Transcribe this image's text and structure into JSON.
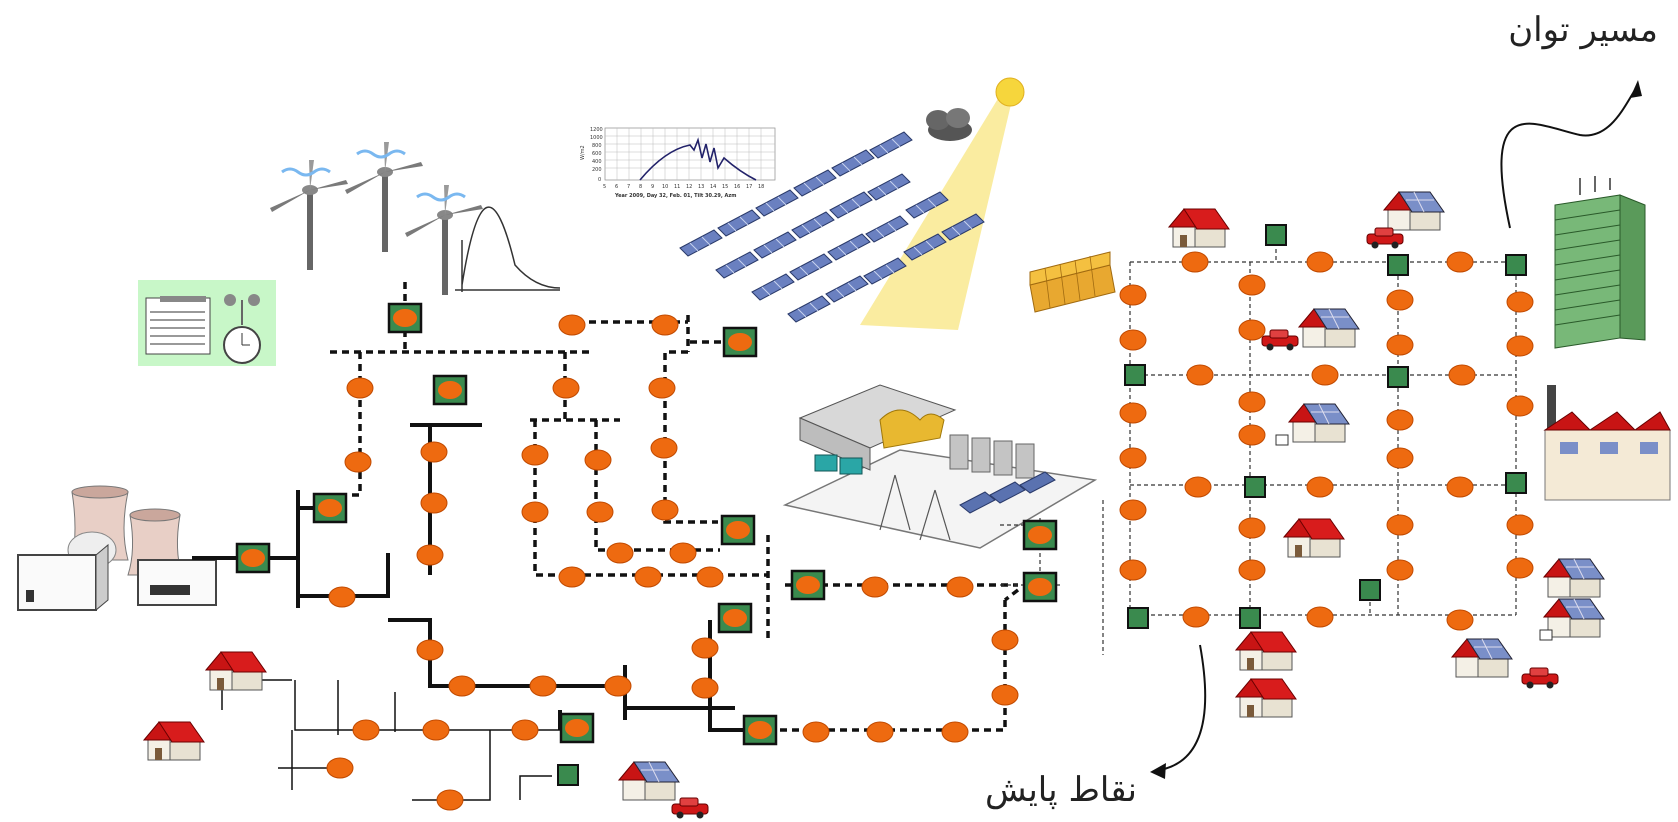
{
  "labels": {
    "power_path": "مسیر توان",
    "monitoring_points": "نقاط پایش"
  },
  "inset_chart": {
    "y_ticks": [
      "1200",
      "1000",
      "800",
      "600",
      "400",
      "200",
      "0"
    ],
    "x_ticks": [
      "5",
      "6",
      "7",
      "8",
      "9",
      "10",
      "11",
      "12",
      "13",
      "14",
      "15",
      "16",
      "17",
      "18"
    ],
    "y_label": "W/m2",
    "caption": "Year 2009, Day 32, Feb. 01, Tilt 30.29, Azm"
  },
  "colors": {
    "node_orange": "#ee6a10",
    "meter_green": "#3a8a4e",
    "roof_red": "#c81414",
    "solar_blue": "#5a72b0",
    "sun_yellow": "#f6d63c",
    "meteo_bg": "#c8f7c8"
  },
  "icons": [
    "wind-turbine-icon",
    "solar-panel-icon",
    "sun-icon",
    "cloud-icon",
    "power-plant-icon",
    "house-icon",
    "solar-house-icon",
    "office-building-icon",
    "factory-icon",
    "data-center-icon",
    "weather-station-icon",
    "battery-stack-icon",
    "electric-car-icon"
  ]
}
